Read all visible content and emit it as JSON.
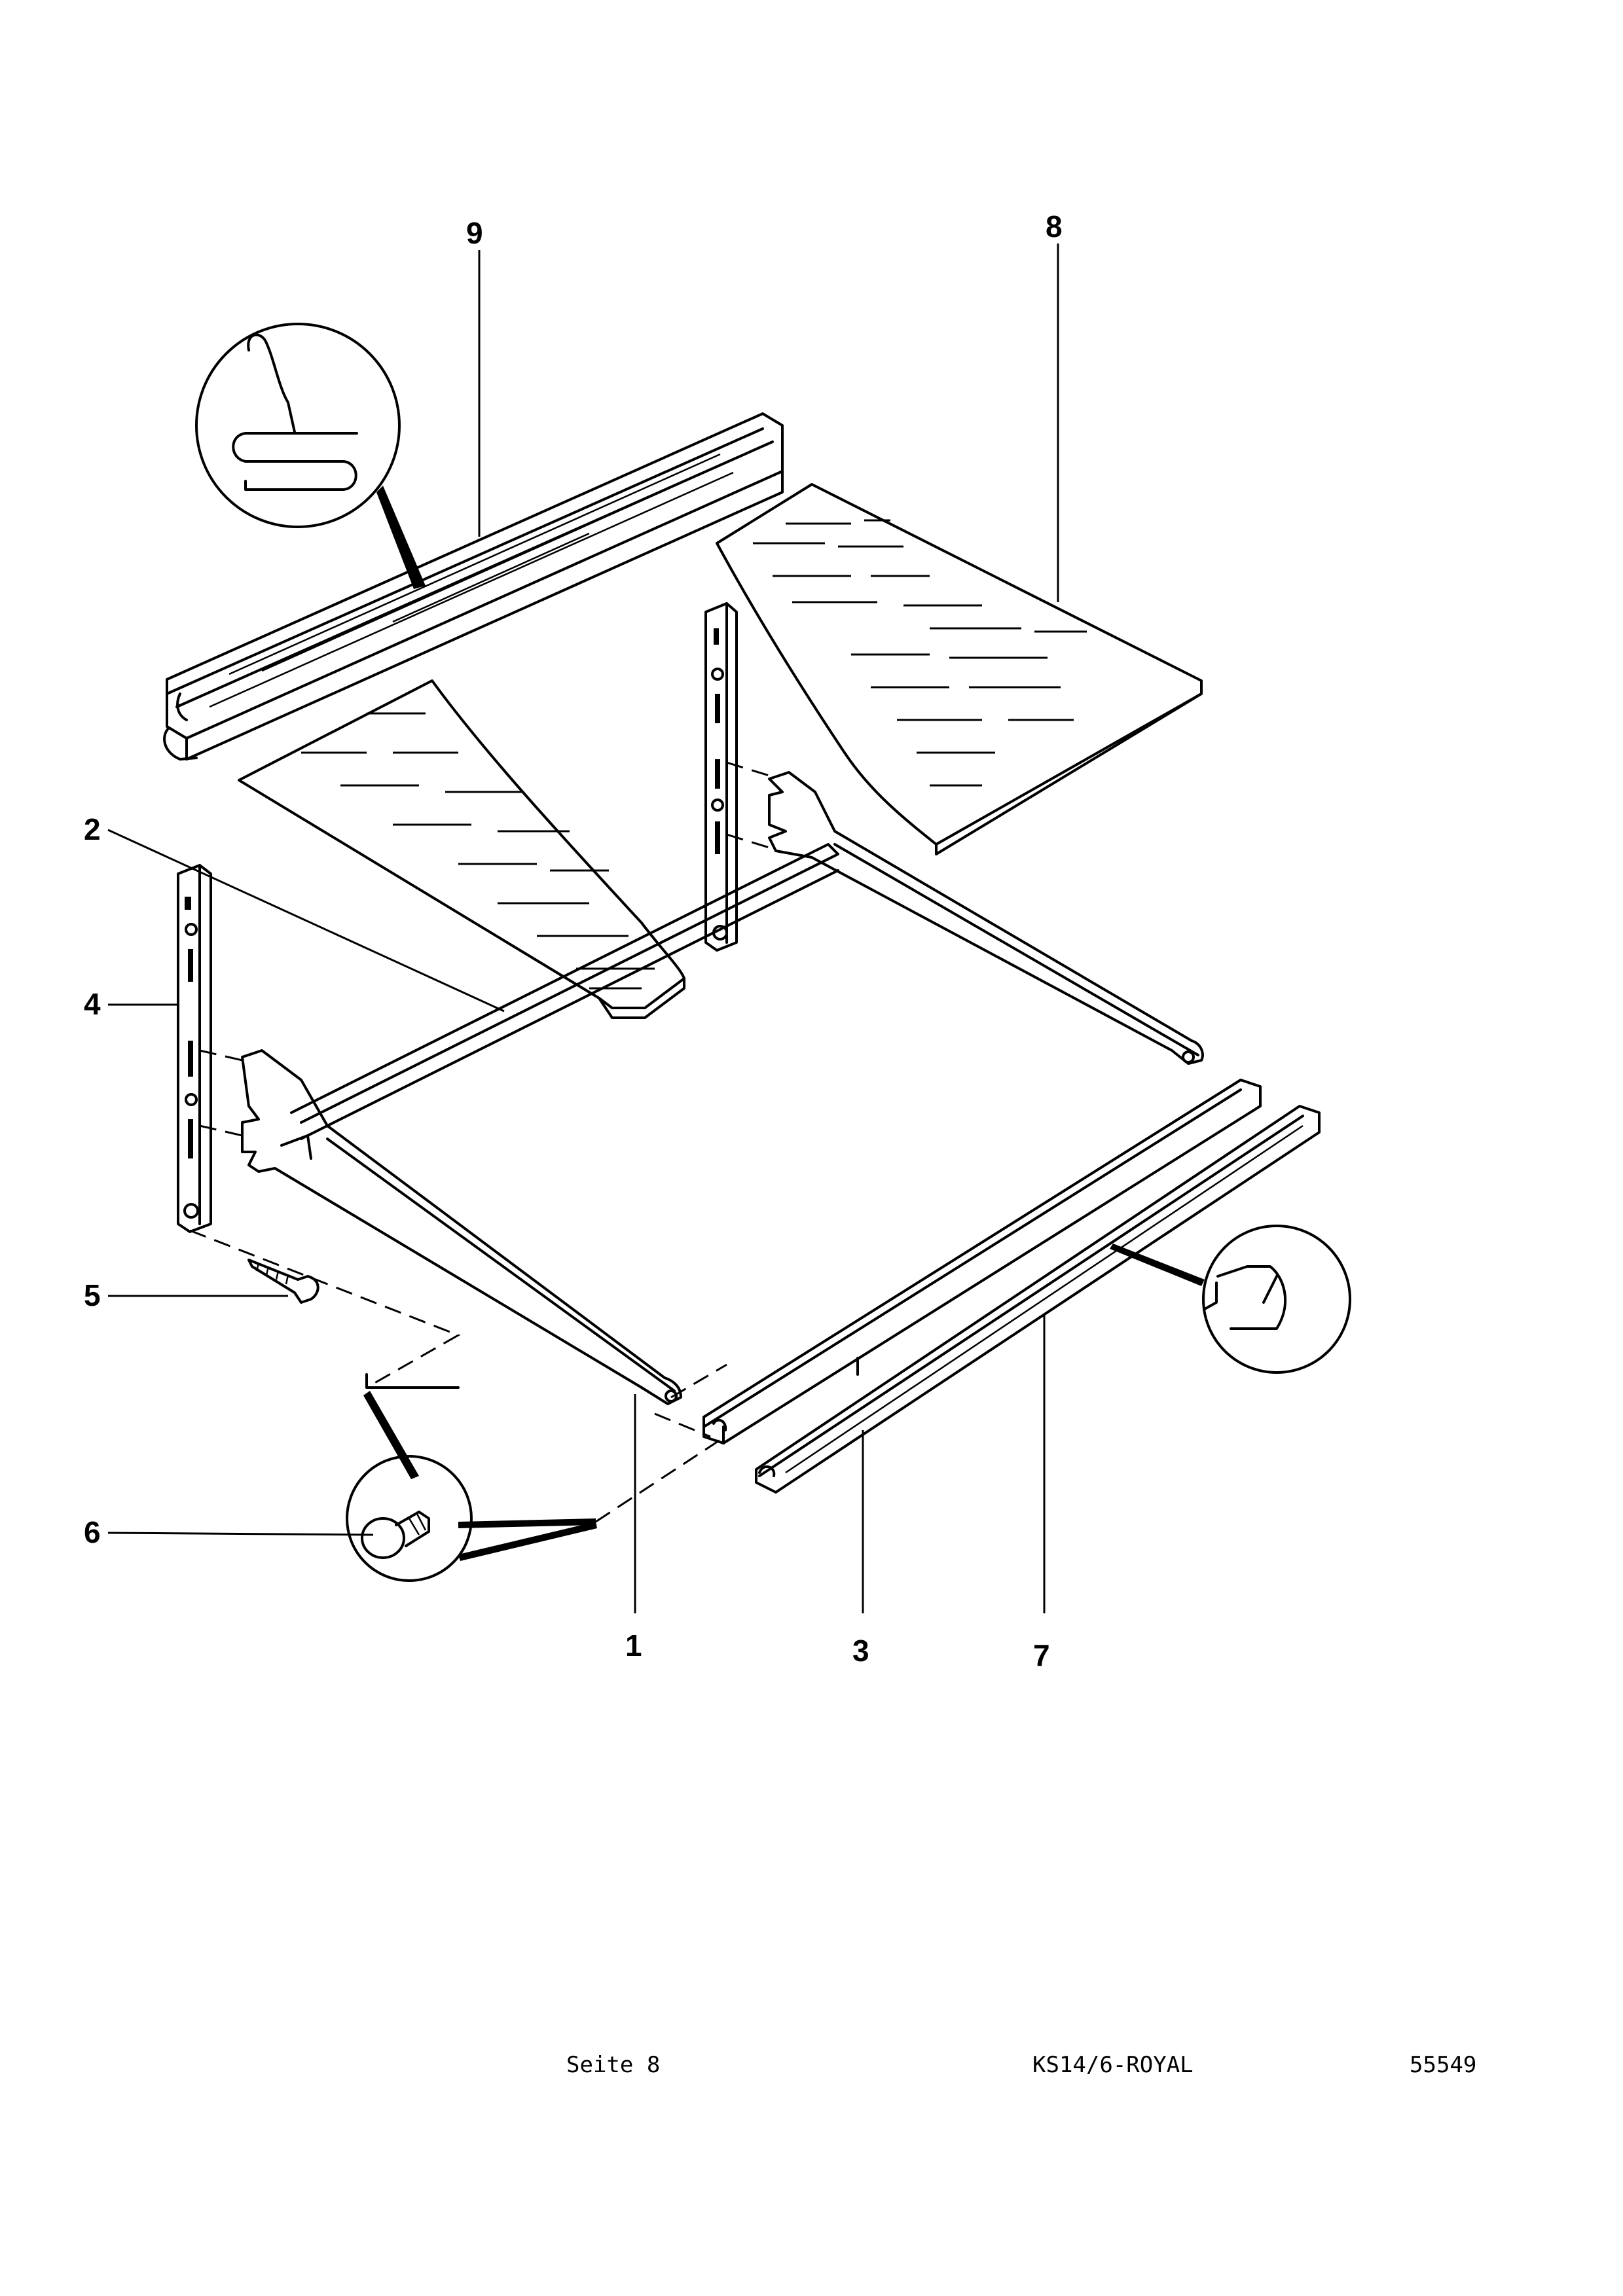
{
  "callouts": [
    {
      "id": "9",
      "label": "9"
    },
    {
      "id": "8",
      "label": "8"
    },
    {
      "id": "2",
      "label": "2"
    },
    {
      "id": "4",
      "label": "4"
    },
    {
      "id": "5",
      "label": "5"
    },
    {
      "id": "6",
      "label": "6"
    },
    {
      "id": "1",
      "label": "1"
    },
    {
      "id": "3",
      "label": "3"
    },
    {
      "id": "7",
      "label": "7"
    }
  ],
  "footer": {
    "page": "Seite 8",
    "model": "KS14/6-ROYAL",
    "code": "55549"
  }
}
